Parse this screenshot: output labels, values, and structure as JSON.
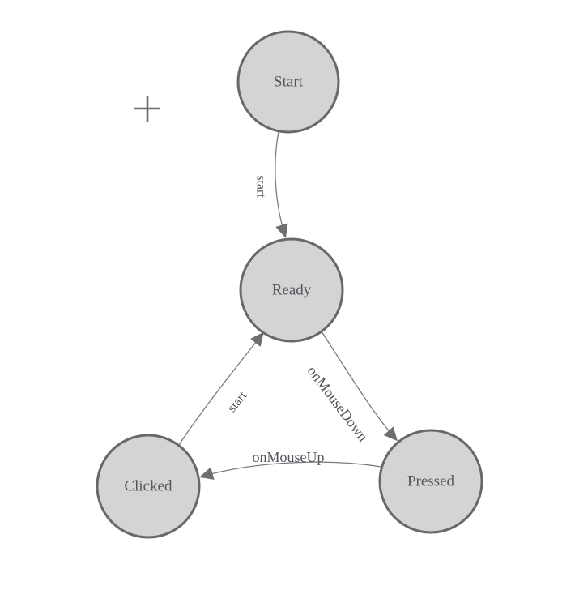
{
  "theme": {
    "background": "#ffffff",
    "node_fill": "#d4d4d4",
    "node_stroke": "#686868",
    "edge_stroke": "#7a7a7a",
    "arrow_fill": "#6e6e6e",
    "node_text_color": "#53565c",
    "edge_text_color": "#50545b",
    "cursor_color": "#6b6b6b"
  },
  "diagram": {
    "nodes": [
      {
        "id": "start",
        "label": "Start"
      },
      {
        "id": "ready",
        "label": "Ready"
      },
      {
        "id": "clicked",
        "label": "Clicked"
      },
      {
        "id": "pressed",
        "label": "Pressed"
      }
    ],
    "edges": [
      {
        "id": "start-to-ready",
        "from": "start",
        "to": "ready",
        "label": "start"
      },
      {
        "id": "clicked-to-ready",
        "from": "clicked",
        "to": "ready",
        "label": "start"
      },
      {
        "id": "ready-to-pressed",
        "from": "ready",
        "to": "pressed",
        "label": "onMouseDown"
      },
      {
        "id": "pressed-to-clicked",
        "from": "pressed",
        "to": "clicked",
        "label": "onMouseUp"
      }
    ]
  }
}
